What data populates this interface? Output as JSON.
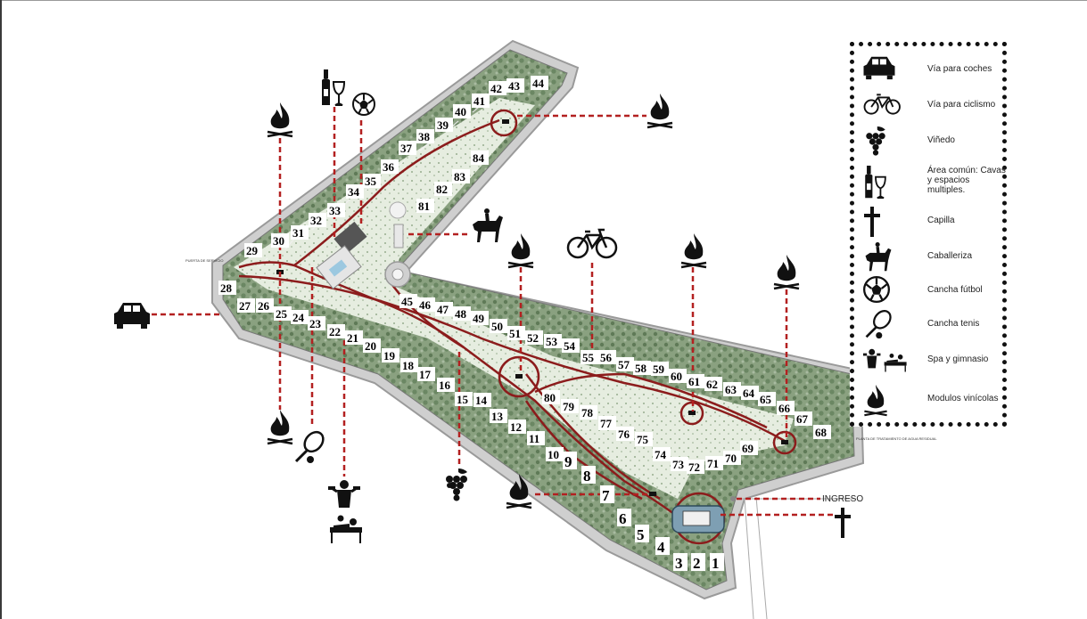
{
  "map": {
    "lots": [
      {
        "n": "1"
      },
      {
        "n": "2"
      },
      {
        "n": "3"
      },
      {
        "n": "4"
      },
      {
        "n": "5"
      },
      {
        "n": "6"
      },
      {
        "n": "7"
      },
      {
        "n": "8"
      },
      {
        "n": "9"
      },
      {
        "n": "10"
      },
      {
        "n": "11"
      },
      {
        "n": "12"
      },
      {
        "n": "13"
      },
      {
        "n": "14"
      },
      {
        "n": "15"
      },
      {
        "n": "16"
      },
      {
        "n": "17"
      },
      {
        "n": "18"
      },
      {
        "n": "19"
      },
      {
        "n": "20"
      },
      {
        "n": "21"
      },
      {
        "n": "22"
      },
      {
        "n": "23"
      },
      {
        "n": "24"
      },
      {
        "n": "25"
      },
      {
        "n": "26"
      },
      {
        "n": "27"
      },
      {
        "n": "28"
      },
      {
        "n": "29"
      },
      {
        "n": "30"
      },
      {
        "n": "31"
      },
      {
        "n": "32"
      },
      {
        "n": "33"
      },
      {
        "n": "34"
      },
      {
        "n": "35"
      },
      {
        "n": "36"
      },
      {
        "n": "37"
      },
      {
        "n": "38"
      },
      {
        "n": "39"
      },
      {
        "n": "40"
      },
      {
        "n": "41"
      },
      {
        "n": "42"
      },
      {
        "n": "43"
      },
      {
        "n": "44"
      },
      {
        "n": "45"
      },
      {
        "n": "46"
      },
      {
        "n": "47"
      },
      {
        "n": "48"
      },
      {
        "n": "49"
      },
      {
        "n": "50"
      },
      {
        "n": "51"
      },
      {
        "n": "52"
      },
      {
        "n": "53"
      },
      {
        "n": "54"
      },
      {
        "n": "55"
      },
      {
        "n": "56"
      },
      {
        "n": "57"
      },
      {
        "n": "58"
      },
      {
        "n": "59"
      },
      {
        "n": "60"
      },
      {
        "n": "61"
      },
      {
        "n": "62"
      },
      {
        "n": "63"
      },
      {
        "n": "64"
      },
      {
        "n": "65"
      },
      {
        "n": "66"
      },
      {
        "n": "67"
      },
      {
        "n": "68"
      },
      {
        "n": "69"
      },
      {
        "n": "70"
      },
      {
        "n": "71"
      },
      {
        "n": "72"
      },
      {
        "n": "73"
      },
      {
        "n": "74"
      },
      {
        "n": "75"
      },
      {
        "n": "76"
      },
      {
        "n": "77"
      },
      {
        "n": "78"
      },
      {
        "n": "79"
      },
      {
        "n": "80"
      },
      {
        "n": "81"
      },
      {
        "n": "82"
      },
      {
        "n": "83"
      },
      {
        "n": "84"
      }
    ],
    "labels": {
      "ingreso": "INGRESO",
      "puerta_servicio": "PUERTA DE SERVICIO",
      "planta_tratamiento": "PLANTA DE TRATAMIENTO DE AGUA RESIDUAL"
    },
    "colors": {
      "path": "#8c1c1c",
      "dashed": "#b32020",
      "lot_fill": "#6f8a66",
      "green_area": "#dfe8d6",
      "road": "#bdbdbd"
    }
  },
  "legend": {
    "items": [
      {
        "icon": "car-icon",
        "label": "Vía para coches"
      },
      {
        "icon": "bicycle-icon",
        "label": "Vía para ciclismo"
      },
      {
        "icon": "grapes-icon",
        "label": "Viñedo"
      },
      {
        "icon": "wine-icon",
        "label": "Área común: Cavas y espacios multiples."
      },
      {
        "icon": "cross-icon",
        "label": "Capilla"
      },
      {
        "icon": "horse-rider-icon",
        "label": "Caballeriza"
      },
      {
        "icon": "soccer-ball-icon",
        "label": "Cancha fútbol"
      },
      {
        "icon": "tennis-racket-icon",
        "label": "Cancha tenis"
      },
      {
        "icon": "spa-gym-icon",
        "label": "Spa y gimnasio"
      },
      {
        "icon": "fire-icon",
        "label": "Modulos vinícolas"
      }
    ]
  }
}
